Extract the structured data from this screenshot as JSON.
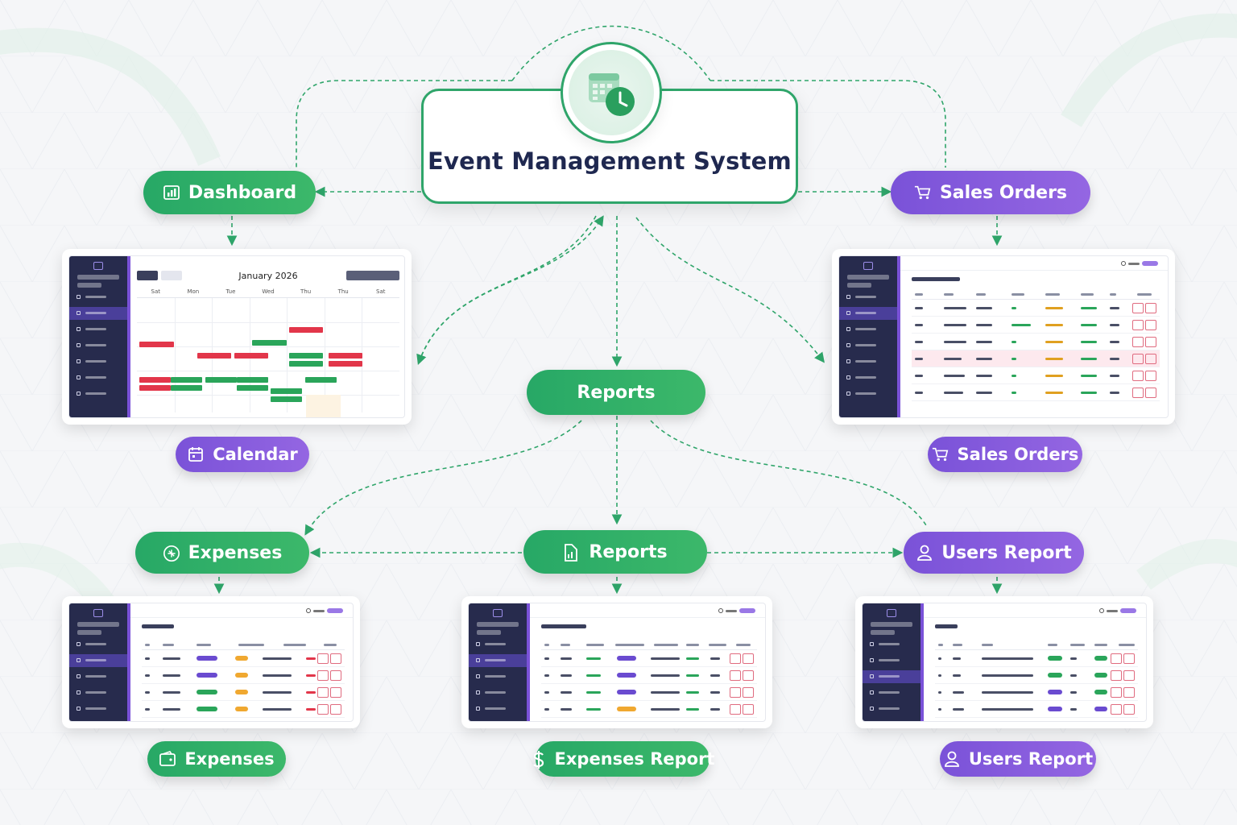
{
  "title": "Event Management System",
  "nodes": {
    "dashboard": "Dashboard",
    "sales_orders_top": "Sales Orders",
    "reports_hub": "Reports",
    "calendar": "Calendar",
    "sales_orders_bottom": "Sales Orders",
    "expenses_top": "Expenses",
    "reports_mid": "Reports",
    "users_report_top": "Users Report",
    "expenses_bottom": "Expenses",
    "expenses_report": "Expenses Report",
    "users_report_bottom": "Users Report"
  },
  "calendar_preview": {
    "month": "January 2026",
    "days": [
      "Sat",
      "Mon",
      "Tue",
      "Wed",
      "Thu",
      "Thu",
      "Sat"
    ]
  },
  "colors": {
    "green": "#2fa56a",
    "purple": "#8a5fe0",
    "navy": "#1f2850"
  },
  "icons": {
    "center": "calendar-clock-icon",
    "dashboard": "bar-chart-icon",
    "sales": "shopping-cart-icon",
    "calendar": "calendar-icon",
    "expenses": "expenses-icon",
    "reports": "report-document-icon",
    "users": "user-icon",
    "expenses_report": "dollar-icon"
  }
}
